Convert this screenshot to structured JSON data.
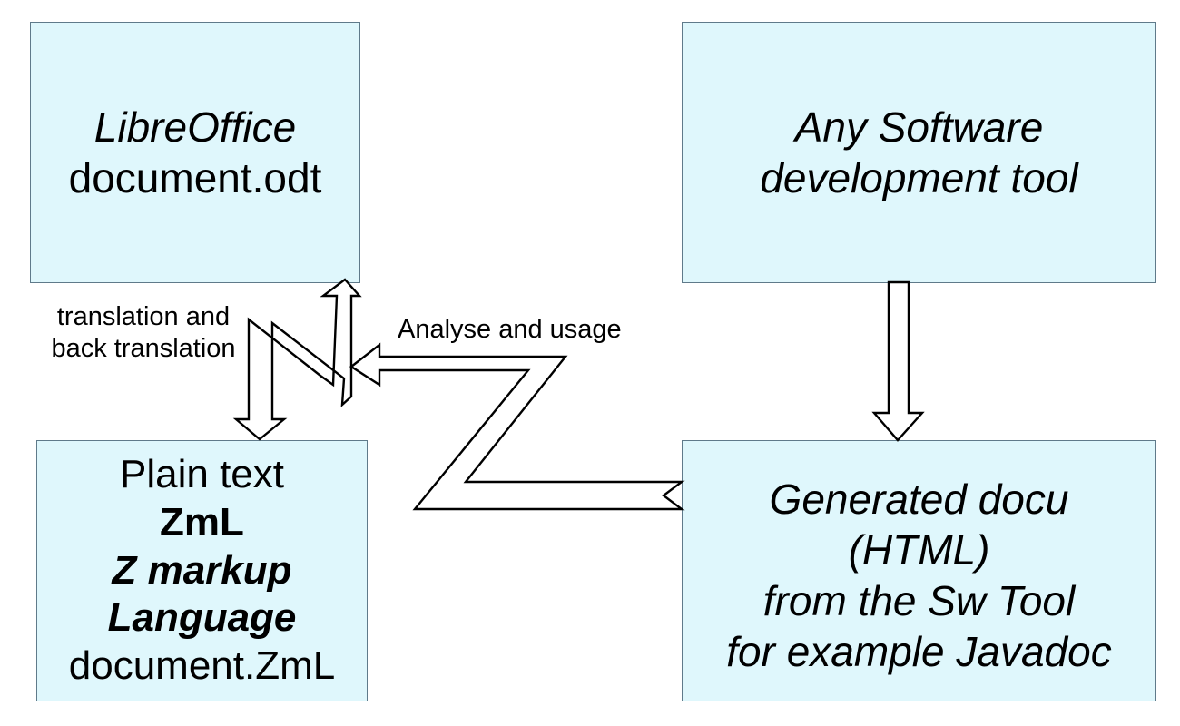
{
  "colors": {
    "box_fill": "#dff7fc",
    "box_border": "#5f7a8a",
    "arrow_fill": "#ffffff",
    "arrow_stroke": "#000000"
  },
  "boxes": {
    "libreoffice": {
      "line1": "LibreOffice",
      "line2": "document.odt"
    },
    "software_tool": {
      "line1": "Any Software",
      "line2": "development tool"
    },
    "zml": {
      "line1": "Plain text",
      "line2": "ZmL",
      "line3": "Z markup",
      "line4": "Language",
      "line5": "document.ZmL"
    },
    "generated": {
      "line1": "Generated docu",
      "line2": "(HTML)",
      "line3": "from the Sw Tool",
      "line4": "for example Javadoc"
    }
  },
  "labels": {
    "translation_line1": "translation and",
    "translation_line2": "back translation",
    "analyse": "Analyse and usage"
  },
  "icons": {
    "translation_arrow": "double-headed-zigzag-arrow",
    "analyse_arrow": "zigzag-arrow",
    "generation_arrow": "down-arrow"
  }
}
